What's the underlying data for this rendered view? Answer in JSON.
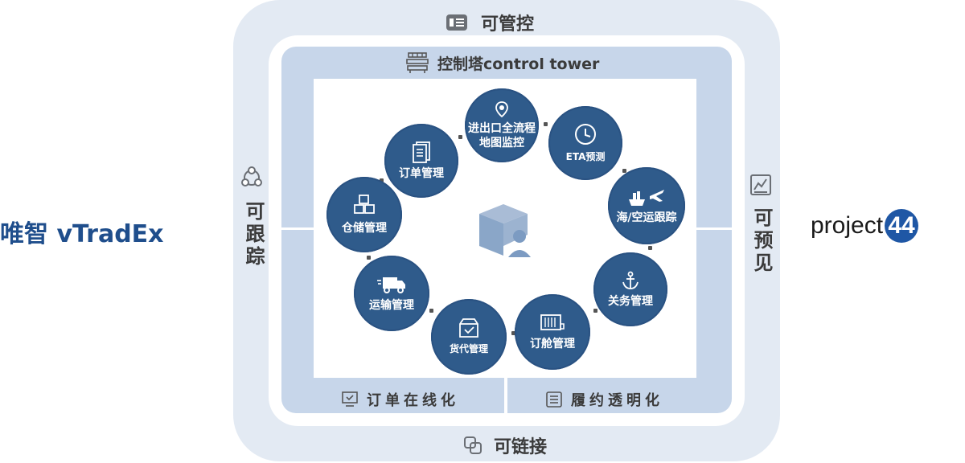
{
  "brands": {
    "left": "唯智 vTradEx",
    "right_text": "project",
    "right_badge": "44"
  },
  "frame": {
    "top": "可管控",
    "bottom": "可链接",
    "left": "可跟踪",
    "right": "可预见"
  },
  "tower": {
    "title": "控制塔control tower"
  },
  "bottom_tabs": [
    "订单在线化",
    "履约透明化"
  ],
  "modules": [
    {
      "label": "进出口全流程地图监控",
      "line1": "进出口全流程",
      "line2": "地图监控",
      "icon": "map-pin-icon"
    },
    {
      "label": "ETA预测",
      "line1": "ETA预测",
      "line2": "",
      "icon": "clock-icon"
    },
    {
      "label": "海/空运跟踪",
      "line1": "海/空运跟踪",
      "line2": "",
      "icon": "ship-plane-icon"
    },
    {
      "label": "关务管理",
      "line1": "关务管理",
      "line2": "",
      "icon": "anchor-icon"
    },
    {
      "label": "订舱管理",
      "line1": "订舱管理",
      "line2": "",
      "icon": "container-icon"
    },
    {
      "label": "货代管理",
      "line1": "货代管理",
      "line2": "",
      "icon": "box-check-icon"
    },
    {
      "label": "运输管理",
      "line1": "运输管理",
      "line2": "",
      "icon": "truck-icon"
    },
    {
      "label": "仓储管理",
      "line1": "仓储管理",
      "line2": "",
      "icon": "cubes-icon"
    },
    {
      "label": "订单管理",
      "line1": "订单管理",
      "line2": "",
      "icon": "document-icon"
    }
  ],
  "colors": {
    "circle": "#2f5b8b",
    "frame": "#e3eaf3",
    "band": "#c7d6ea",
    "center": "#8aa6c8"
  }
}
